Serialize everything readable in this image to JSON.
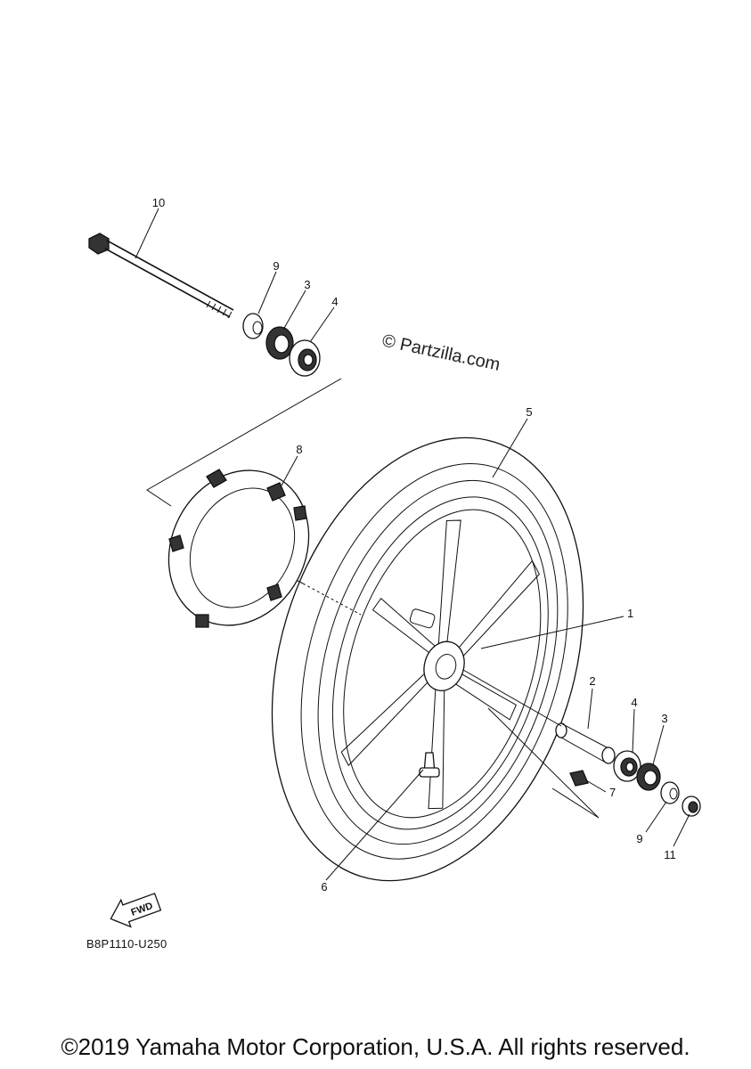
{
  "watermark": "© Partzilla.com",
  "diagram_code": "B8P1110-U250",
  "fwd_label": "FWD",
  "copyright": "©2019 Yamaha Motor Corporation, U.S.A. All rights reserved.",
  "callouts": {
    "p1": "1",
    "p2": "2",
    "p3a": "3",
    "p3b": "3",
    "p4a": "4",
    "p4b": "4",
    "p5": "5",
    "p6": "6",
    "p7": "7",
    "p8": "8",
    "p9a": "9",
    "p9b": "9",
    "p10": "10",
    "p11": "11"
  }
}
